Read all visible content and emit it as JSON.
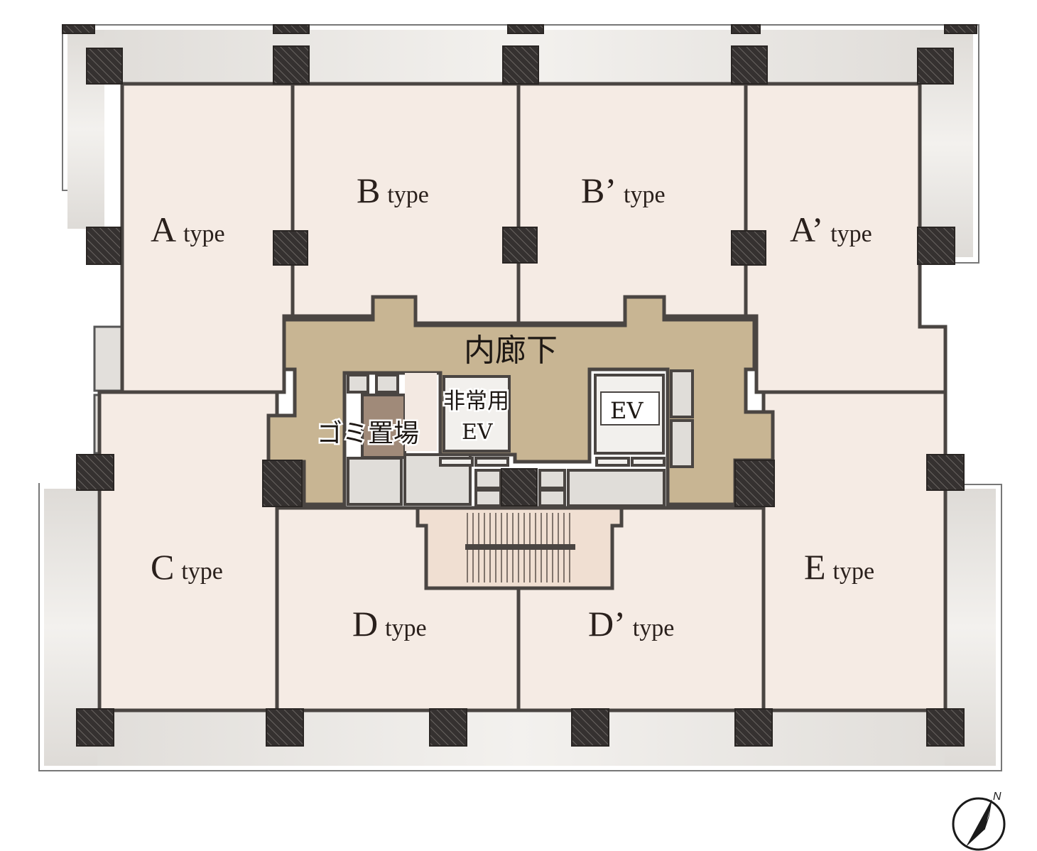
{
  "units": [
    {
      "id": "a",
      "letter": "A",
      "suffix": "type"
    },
    {
      "id": "b",
      "letter": "B",
      "suffix": "type"
    },
    {
      "id": "b-prime",
      "letter": "B’",
      "suffix": "type"
    },
    {
      "id": "a-prime",
      "letter": "A’",
      "suffix": "type"
    },
    {
      "id": "c",
      "letter": "C",
      "suffix": "type"
    },
    {
      "id": "d",
      "letter": "D",
      "suffix": "type"
    },
    {
      "id": "d-prime",
      "letter": "D’",
      "suffix": "type"
    },
    {
      "id": "e",
      "letter": "E",
      "suffix": "type"
    }
  ],
  "common": {
    "corridor": "内廊下",
    "garbage": "ゴミ置場",
    "emergency_ev_line1": "非常用",
    "emergency_ev_line2": "EV",
    "ev": "EV"
  },
  "compass": {
    "north_label": "N"
  },
  "colors": {
    "unit_floor": "#f5ebe4",
    "balcony": "#e9e6e2",
    "wall": "#4a4542",
    "column": "#3b3735",
    "corridor": "#c8b593",
    "garbage_room": "#a08a79",
    "stair": "#f0dfd2"
  },
  "icons": {
    "compass": "compass-icon"
  }
}
